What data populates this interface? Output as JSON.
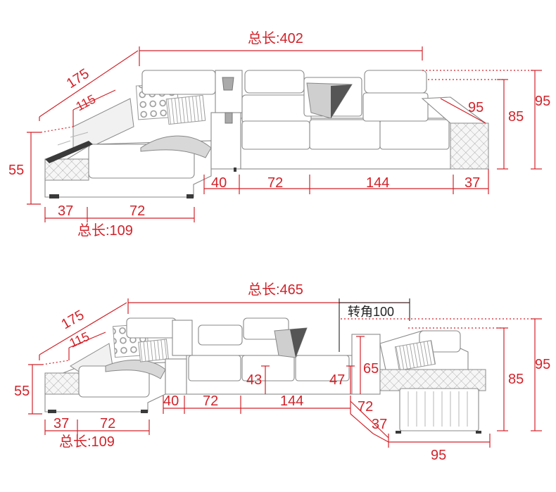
{
  "colors": {
    "dimension": "#d2232a",
    "outline": "#8a8a8a",
    "text_dark": "#222222"
  },
  "top_sofa": {
    "total_length": "总长:402",
    "diag_outer": "175",
    "diag_inner": "115",
    "height_left": "55",
    "arm_depth": "95",
    "height_back": "85",
    "height_total": "95",
    "seg_end_table": "40",
    "seg_seat": "72",
    "seg_double": "144",
    "seg_arm": "37",
    "chaise_arm": "37",
    "chaise_seat": "72",
    "chaise_total": "总长:109"
  },
  "bottom_sofa": {
    "total_length": "总长:465",
    "corner": "转角100",
    "diag_outer": "175",
    "diag_inner": "115",
    "height_left": "55",
    "seat_height_1": "43",
    "seat_height_2": "47",
    "table_height": "65",
    "height_back": "85",
    "height_total": "95",
    "seg_end_table": "40",
    "seg_seat": "72",
    "seg_double": "144",
    "corner_72": "72",
    "corner_37": "37",
    "ottoman_width": "95",
    "chaise_arm": "37",
    "chaise_seat": "72",
    "chaise_total": "总长:109"
  }
}
